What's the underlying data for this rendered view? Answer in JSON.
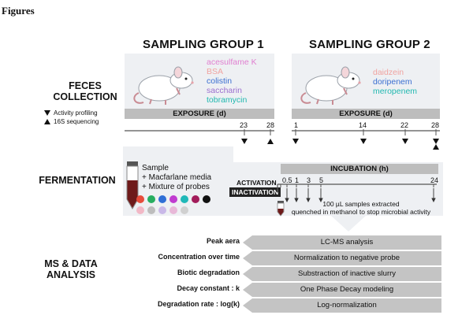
{
  "figure_label": "Figures",
  "sections": {
    "feces": [
      "FECES",
      "COLLECTION"
    ],
    "fermentation": "FERMENTATION",
    "ms": [
      "MS & DATA",
      "ANALYSIS"
    ]
  },
  "legend": {
    "activity": "Activity profiling",
    "sequencing": "16S sequencing"
  },
  "group1": {
    "title": "SAMPLING GROUP 1",
    "probes": [
      {
        "name": "acesulfame K",
        "color": "#e07fd0"
      },
      {
        "name": "BSA",
        "color": "#f0a3a0"
      },
      {
        "name": "colistin",
        "color": "#3b6fd1"
      },
      {
        "name": "saccharin",
        "color": "#9b6fcf"
      },
      {
        "name": "tobramycin",
        "color": "#22b8b0"
      }
    ],
    "exposure_label": "EXPOSURE (d)",
    "ticks": [
      "23",
      "28"
    ]
  },
  "group2": {
    "title": "SAMPLING GROUP 2",
    "probes": [
      {
        "name": "daidzein",
        "color": "#f0a3a0"
      },
      {
        "name": "doripenem",
        "color": "#3b6fd1"
      },
      {
        "name": "meropenem",
        "color": "#22b8b0"
      }
    ],
    "exposure_label": "EXPOSURE (d)",
    "ticks": [
      "1",
      "14",
      "22",
      "28"
    ]
  },
  "fermentation": {
    "sample_lines": [
      "Sample",
      "+ Macfarlane media",
      "+ Mixture of probes"
    ],
    "dot_colors": [
      "#e74c3c",
      "#27ae60",
      "#2f6fd6",
      "#c03bd0",
      "#1fb8b8",
      "#a21c5a",
      "#111111",
      "#f2b8c6",
      "#bdbdbd",
      "#c9b8e8",
      "#e8b8d8",
      "#d0d0d0"
    ],
    "activation": "ACTIVATION",
    "inactivation": "INACTIVATION",
    "incubation_label": "INCUBATION (h)",
    "ticks": [
      "0.5",
      "1",
      "3",
      "5",
      "24"
    ],
    "note_lines": [
      "100 µL samples extracted",
      "quenched in methanol to stop microbial activity"
    ]
  },
  "steps": [
    {
      "label": "Peak aera",
      "box": "LC-MS analysis"
    },
    {
      "label": "Concentration over time",
      "box": "Normalization to negative probe"
    },
    {
      "label": "Biotic degradation",
      "box": "Substraction of inactive slurry"
    },
    {
      "label": "Decay constant : k",
      "box": "One Phase Decay modeling"
    },
    {
      "label": "Degradation rate : log(k)",
      "box": "Log-normalization"
    }
  ]
}
